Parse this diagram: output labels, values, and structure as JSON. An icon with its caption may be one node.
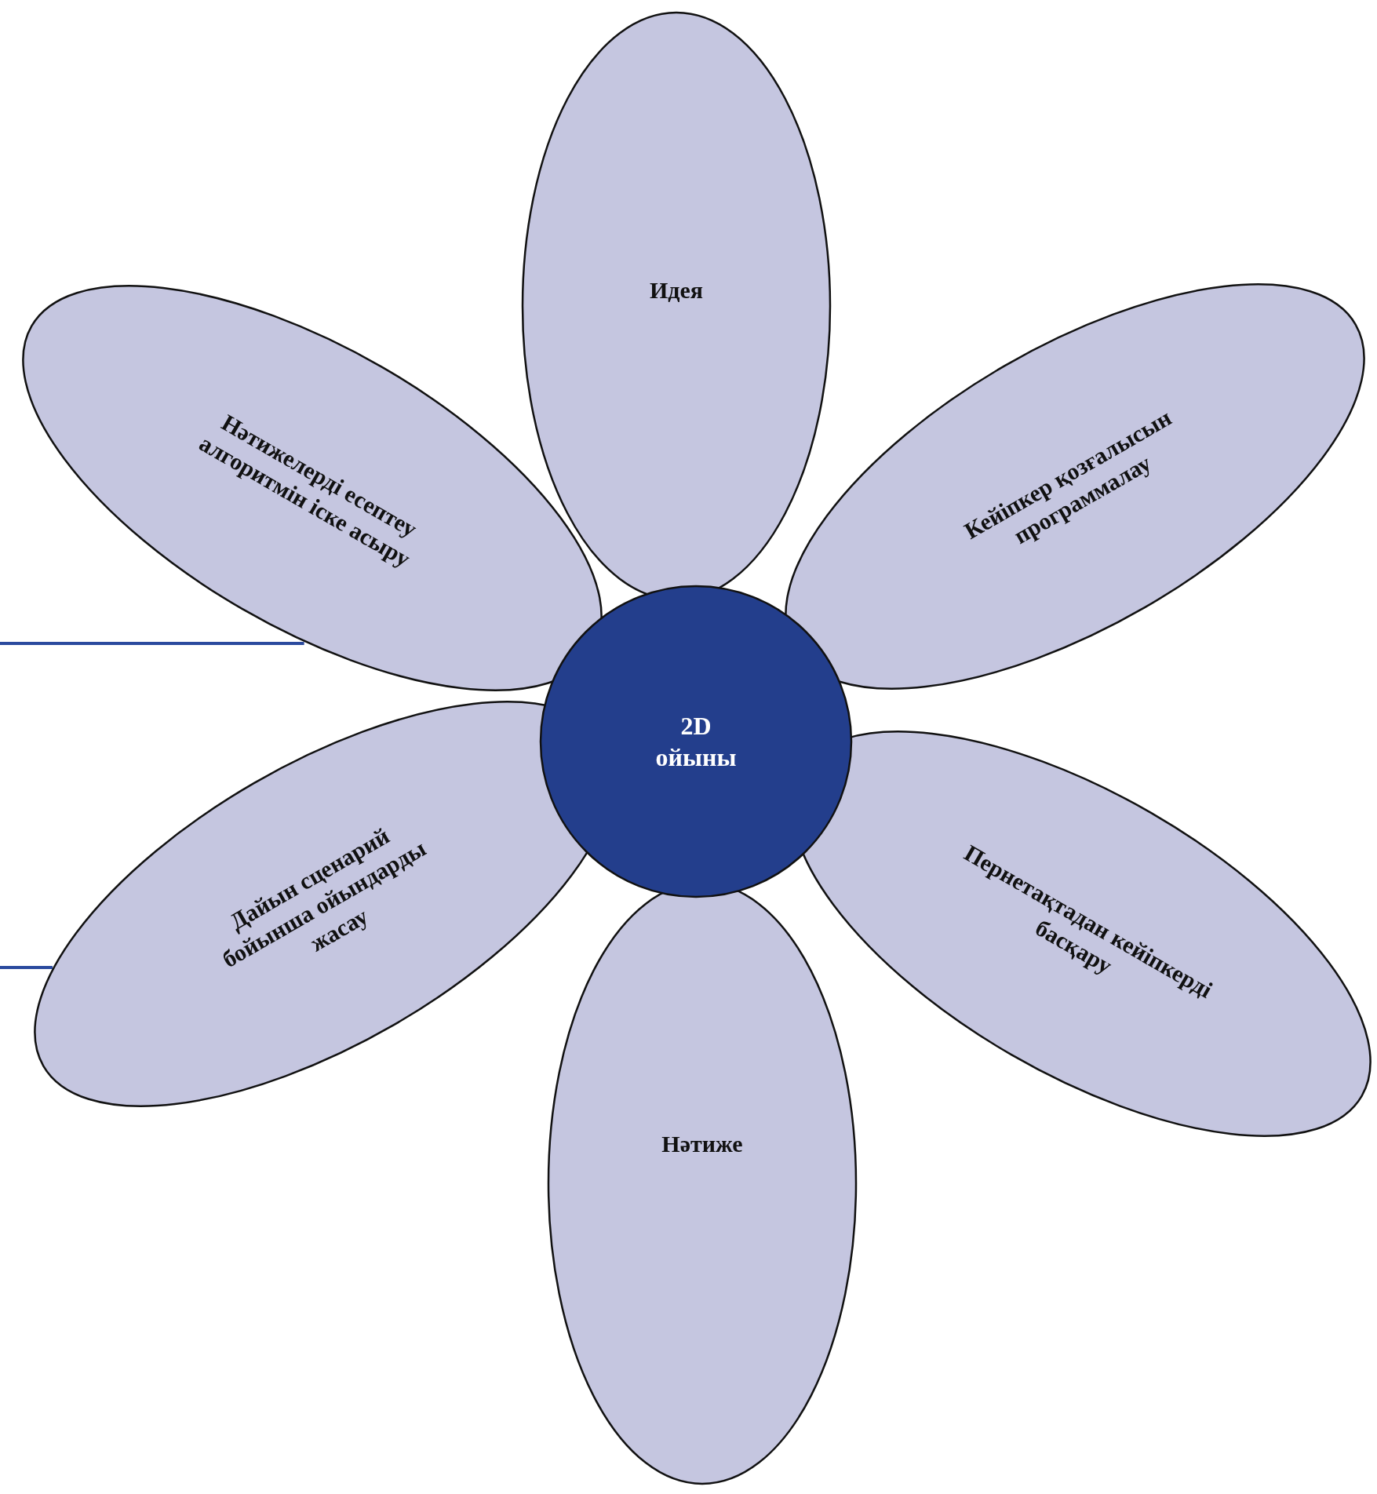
{
  "diagram": {
    "nodes": [
      {
        "text": [
          "Идея"
        ]
      },
      {
        "text": [
          "Нәтижелерді есептеу алгоритмін іске асыру"
        ]
      },
      {
        "text": [
          "Кейіпкер қозғалысын программалау"
        ]
      },
      {
        "text": [
          "2D ойыны"
        ]
      },
      {
        "text": [
          "Дайын сценарий бойынша ойындарды жасау"
        ]
      },
      {
        "text": [
          "Пернетақтадан кейіпкерді басқару"
        ]
      },
      {
        "text": [
          "Нәтиже"
        ]
      }
    ],
    "edges": [
      {
        "from": null,
        "to": 1,
        "arrow": "none"
      },
      {
        "from": null,
        "to": 4,
        "arrow": "none"
      }
    ]
  }
}
